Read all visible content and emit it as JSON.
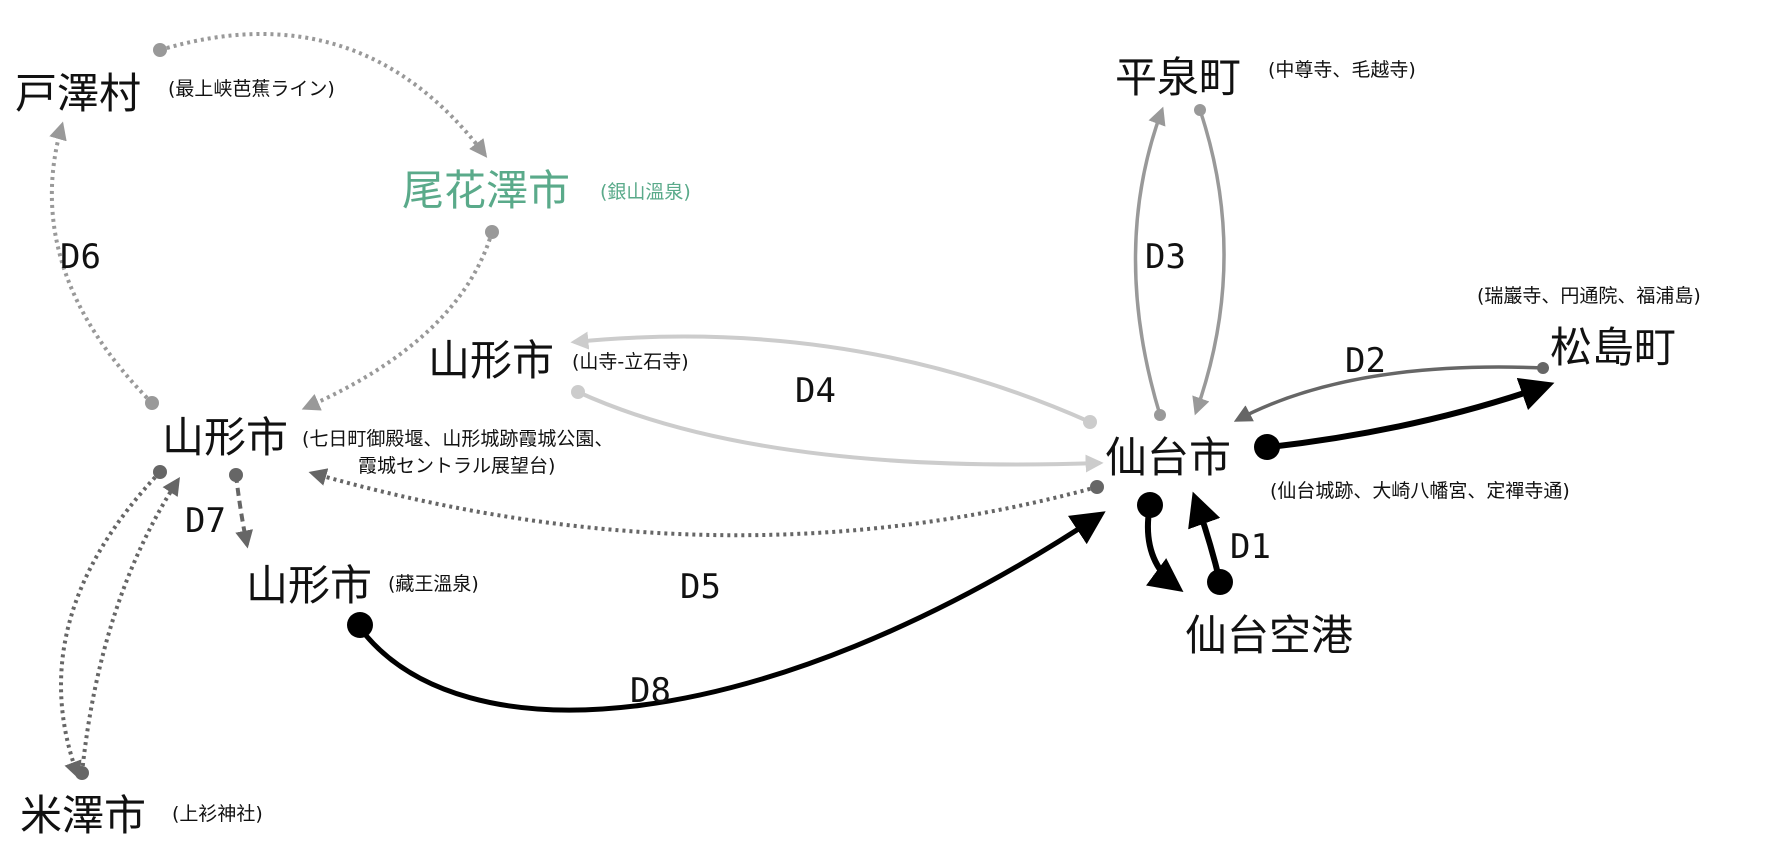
{
  "nodes": {
    "tozawa": {
      "name": "戸澤村",
      "detail": "(最上峡芭蕉ライン)"
    },
    "obanazawa": {
      "name": "尾花澤市",
      "detail": "(銀山溫泉)"
    },
    "hiraizumi": {
      "name": "平泉町",
      "detail": "(中尊寺、毛越寺)"
    },
    "yamagata_yamadera": {
      "name": "山形市",
      "detail": "(山寺-立石寺)"
    },
    "matsushima": {
      "name": "松島町",
      "detail": "(瑞巖寺、円通院、福浦島)"
    },
    "yamagata_city": {
      "name": "山形市",
      "detail_line1": "(七日町御殿堰、山形城跡霞城公園、",
      "detail_line2": "霞城セントラル展望台)"
    },
    "sendai": {
      "name": "仙台市",
      "detail": "(仙台城跡、大崎八幡宮、定禪寺通)"
    },
    "yamagata_zao": {
      "name": "山形市",
      "detail": "(藏王溫泉)"
    },
    "sendai_airport": {
      "name": "仙台空港"
    },
    "yonezawa": {
      "name": "米澤市",
      "detail": "(上衫神社)"
    }
  },
  "day_labels": [
    "D1",
    "D2",
    "D3",
    "D4",
    "D5",
    "D6",
    "D7",
    "D8"
  ],
  "colors": {
    "highlight": "#5aaa8a",
    "d1": "#000000",
    "d2": "#666666",
    "d3": "#999999",
    "d4": "#cccccc",
    "d5": "#666666",
    "d6": "#999999",
    "d7": "#666666",
    "d8": "#000000"
  }
}
